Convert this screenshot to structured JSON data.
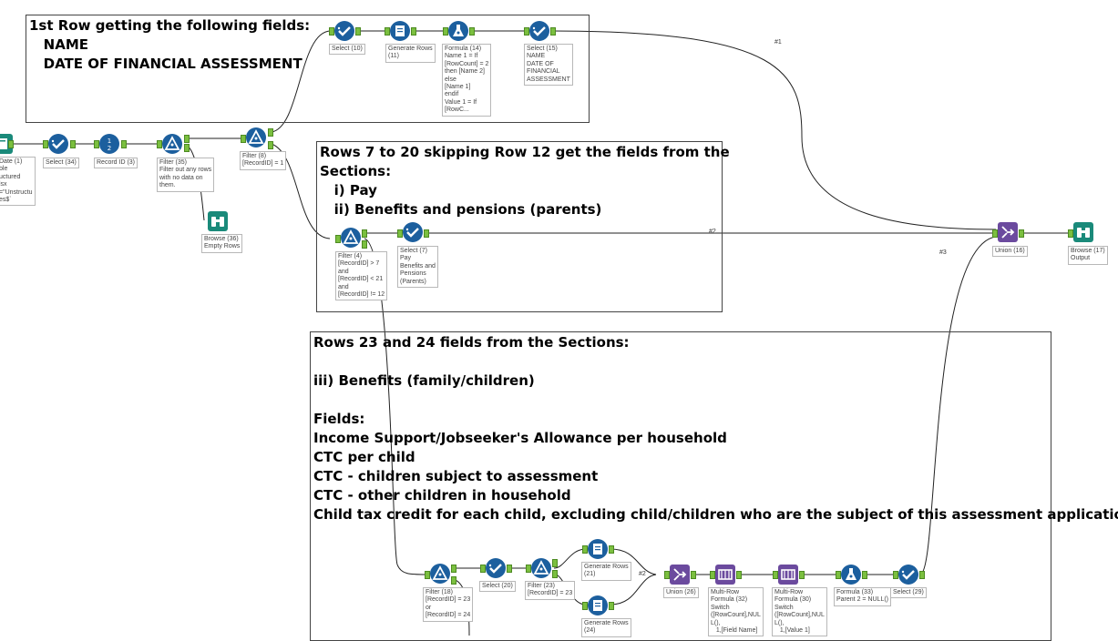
{
  "comments": {
    "c1": "1st Row getting the following fields:\n   NAME\n   DATE OF FINANCIAL ASSESSMENT",
    "c2": "Rows 7 to 20 skipping Row 12 get the fields from the\nSections:\n   i) Pay\n   ii) Benefits and pensions (parents)",
    "c3": "Rows 23 and 24 fields from the Sections:\n\niii) Benefits (family/children)\n\nFields:\nIncome Support/Jobseeker's Allowance per household\nCTC per child\nCTC - children subject to assessment\nCTC - other children in household\nChild tax credit for each child, excluding child/children who are the subject of this assessment application"
  },
  "tools": {
    "input": "Date (1)\nble\nuctured\nlsx\n=\"Unstructu\nes$`",
    "select34": "Select (34)",
    "recordid3": "Record ID (3)",
    "filter35": "Filter (35)\nFilter out any rows\nwith no data on\nthem.",
    "browse36": "Browse (36)\nEmpty Rows",
    "filter8": "Filter (8)\n[RecordID] = 1",
    "select10": "Select (10)",
    "genrows11": "Generate Rows\n(11)",
    "formula14": "Formula (14)\nName 1 = If\n[RowCount] = 2\nthen [Name 2]\nelse\n[Name 1]\nendif\nValue 1 = If\n[RowC...",
    "select15": "Select (15)\nNAME\nDATE OF\nFINANCIAL\nASSESSMENT",
    "filter4": "Filter (4)\n[RecordID] > 7\nand\n[RecordID] < 21\nand\n[RecordID] != 12",
    "select7": "Select (7)\nPay\nBenefits and\nPensions\n(Parents)",
    "union16": "Union (16)",
    "browse17": "Browse (17)\nOutput",
    "filter18": "Filter (18)\n[RecordID] = 23\nor\n[RecordID] = 24",
    "select20": "Select (20)",
    "filter23": "Filter (23)\n[RecordID] = 23",
    "genrows21": "Generate Rows\n(21)",
    "genrows24": "Generate Rows\n(24)",
    "union26": "Union (26)",
    "multirow32": "Multi-Row\nFormula (32)\nSwitch\n([RowCount],NUL\nL(),\n   1,[Field Name]",
    "multirow30": "Multi-Row\nFormula (30)\nSwitch\n([RowCount],NUL\nL(),\n   1,[Value 1]",
    "formula33": "Formula (33)\nParent 2 = NULL()",
    "select29": "Select (29)"
  },
  "connection_tags": {
    "t1": "#1",
    "t2": "#2",
    "t3": "#3",
    "t4": "#2"
  },
  "colors": {
    "select": "#1c5f9e",
    "filter": "#1c5f9e",
    "recordid": "#1c5f9e",
    "genrows": "#1c5f9e",
    "formula": "#1c5f9e",
    "union": "#6b4a9e",
    "multirow": "#6b4a9e",
    "browse": "#1a8a7a",
    "input": "#1a8a7a",
    "anchor": "#7bbf3f"
  }
}
